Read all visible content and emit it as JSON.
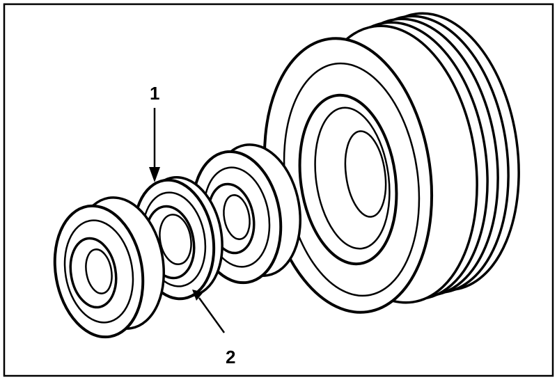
{
  "diagram": {
    "callouts": [
      {
        "id": "1",
        "text": "1"
      },
      {
        "id": "2",
        "text": "2"
      }
    ]
  },
  "colors": {
    "ink": "#000000",
    "background": "#ffffff"
  }
}
